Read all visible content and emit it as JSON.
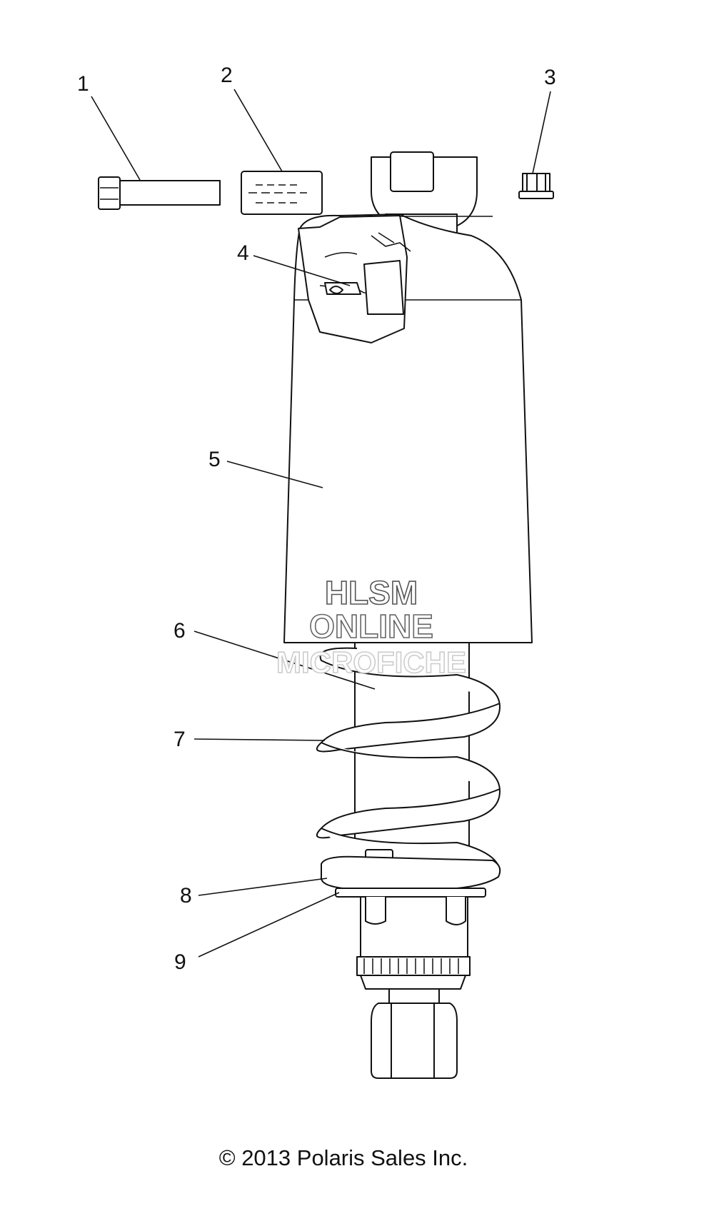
{
  "callouts": [
    "1",
    "2",
    "3",
    "4",
    "5",
    "6",
    "7",
    "8",
    "9"
  ],
  "watermark": {
    "line1": "HLSM",
    "line2": "ONLINE",
    "line3": "MICROFICHE"
  },
  "copyright": "© 2013 Polaris Sales Inc.",
  "colors": {
    "line": "#111111",
    "background": "#ffffff",
    "watermark_outline": "#666666"
  }
}
